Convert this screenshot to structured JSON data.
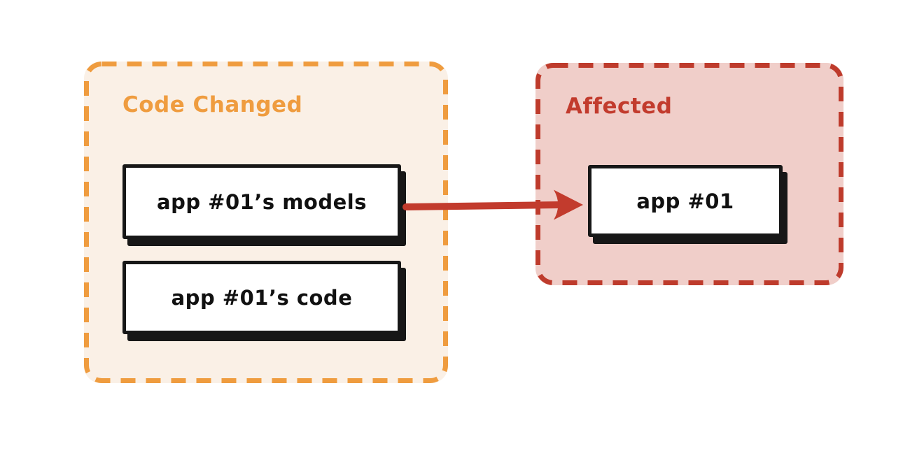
{
  "colors": {
    "canvas-bg": "#ffffff",
    "code-changed-border": "#EF9C3F",
    "code-changed-bg": "#FAF0E6",
    "code-changed-title": "#EF9C3F",
    "affected-border": "#BE3B2C",
    "affected-bg": "#F0CEC9",
    "affected-title": "#C23B2D",
    "arrow": "#C23B2D",
    "node-border": "#171717",
    "node-bg": "#ffffff",
    "node-text": "#111111"
  },
  "groups": {
    "code_changed": {
      "title": "Code Changed",
      "nodes": [
        {
          "label": "app #01’s models"
        },
        {
          "label": "app #01’s code"
        }
      ]
    },
    "affected": {
      "title": "Affected",
      "nodes": [
        {
          "label": "app #01"
        }
      ]
    }
  },
  "arrow": {
    "from": "app #01’s models",
    "to": "app #01"
  }
}
